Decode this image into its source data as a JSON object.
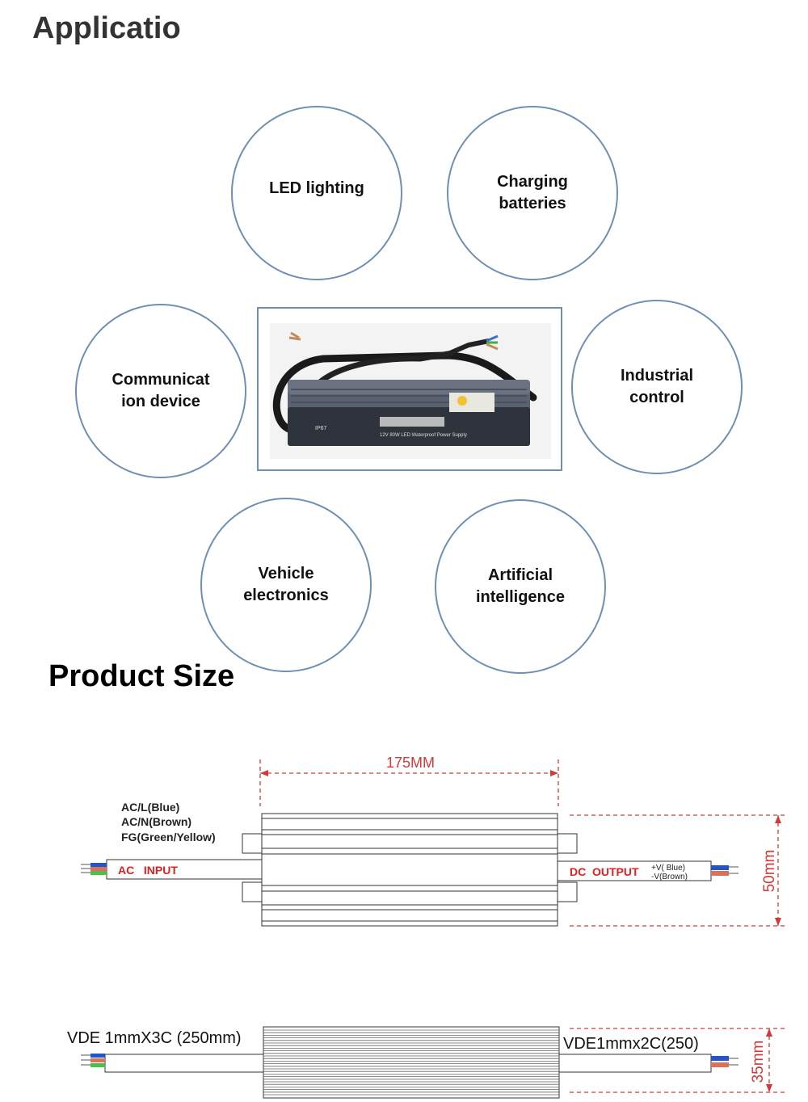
{
  "section_application": {
    "title": "Applicatio",
    "items": [
      {
        "label": "LED lighting"
      },
      {
        "label": "Charging\nbatteries"
      },
      {
        "label": "Communicat\nion device"
      },
      {
        "label": "Industrial\ncontrol"
      },
      {
        "label": "Vehicle\nelectronics"
      },
      {
        "label": "Artificial\nintelligence"
      }
    ],
    "product_photo": {
      "label_model": "12V 80W LED Waterproof Power Supply",
      "label_rating": "IP67"
    }
  },
  "section_size": {
    "title": "Product Size",
    "top_view": {
      "length_label": "175MM",
      "height_label": "50mm",
      "input_wires": [
        "AC/L(Blue)",
        "AC/N(Brown)",
        "FG(Green/Yellow)"
      ],
      "ac_input_label": "AC   INPUT",
      "dc_output_label": "DC  OUTPUT",
      "output_wires": [
        "+V( Blue)",
        "-V(Brown)"
      ]
    },
    "side_view": {
      "input_cable_label": "VDE 1mmX3C (250mm)",
      "output_cable_label": "VDE1mmx2C(250)",
      "thickness_label": "35mm"
    }
  },
  "colors": {
    "circle_border": "#6f8fb3",
    "dimension_red": "#d23a3a",
    "label_red": "#e02020",
    "wire_blue": "#2255cc",
    "wire_brown": "#d8735a",
    "wire_green": "#4cbf4c"
  }
}
